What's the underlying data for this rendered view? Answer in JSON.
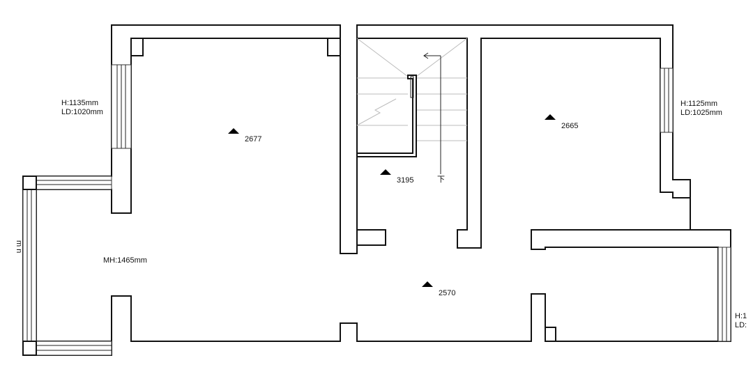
{
  "windows": {
    "left_room": {
      "height": "H:1135mm",
      "ld": "LD:1020mm"
    },
    "right_room": {
      "height": "H:1125mm",
      "ld": "LD:1025mm"
    },
    "bottom_right": {
      "height": "H:1",
      "ld": "LD:"
    }
  },
  "left_edge_text": "m n",
  "bay_label": "MH:1465mm",
  "elevations": {
    "left_room": "2677",
    "stair": "3195",
    "right_room": "2665",
    "hall": "2570"
  },
  "stair_down_label": "下"
}
